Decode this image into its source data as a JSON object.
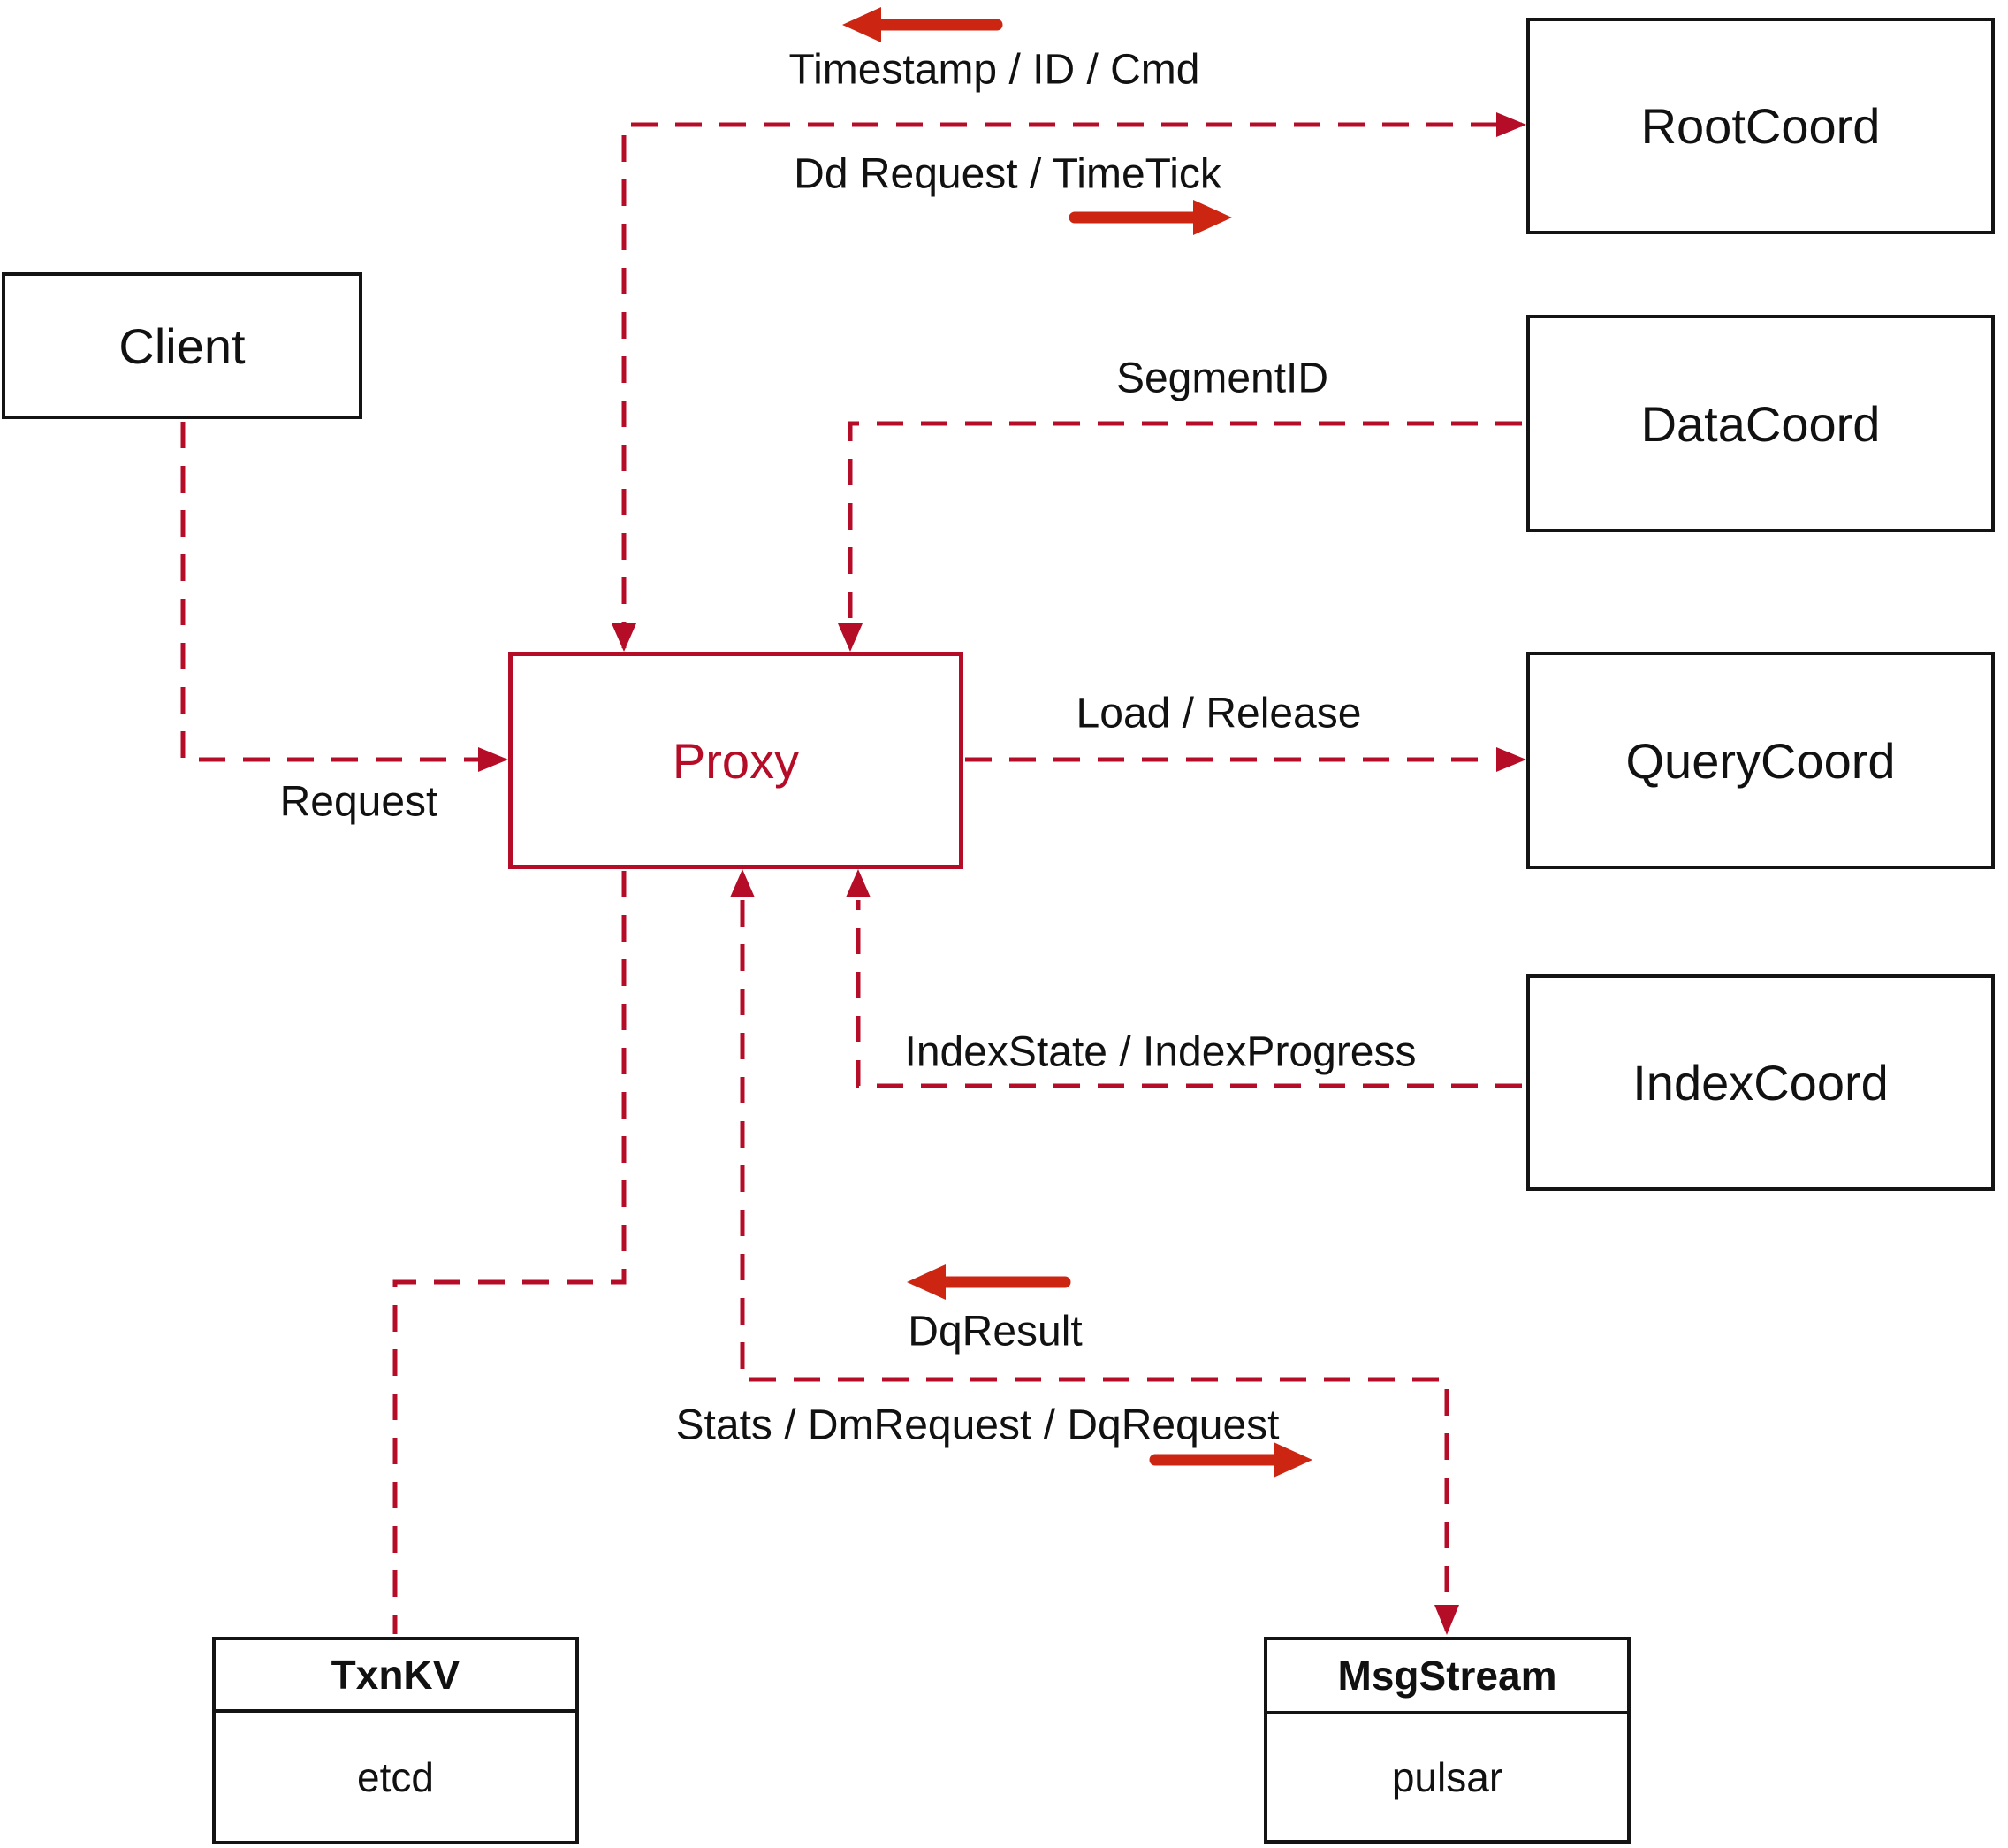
{
  "colors": {
    "dashed_line": "#b50d28",
    "annotation_arrow": "#cc2512",
    "box_border": "#141414",
    "proxy_accent": "#b50d28"
  },
  "nodes": {
    "client": {
      "label": "Client"
    },
    "proxy": {
      "label": "Proxy"
    },
    "root_coord": {
      "label": "RootCoord"
    },
    "data_coord": {
      "label": "DataCoord"
    },
    "query_coord": {
      "label": "QueryCoord"
    },
    "index_coord": {
      "label": "IndexCoord"
    },
    "txn_kv": {
      "title": "TxnKV",
      "subtitle": "etcd"
    },
    "msg_stream": {
      "title": "MsgStream",
      "subtitle": "pulsar"
    }
  },
  "edges": {
    "timestamp_id_cmd": {
      "label": "Timestamp / ID / Cmd",
      "from": "root_coord",
      "to": "proxy"
    },
    "dd_request_timetick": {
      "label": "Dd Request / TimeTick",
      "from": "proxy",
      "to": "root_coord"
    },
    "segment_id": {
      "label": "SegmentID",
      "from": "data_coord",
      "to": "proxy"
    },
    "request": {
      "label": "Request",
      "from": "client",
      "to": "proxy"
    },
    "load_release": {
      "label": "Load / Release",
      "from": "proxy",
      "to": "query_coord"
    },
    "index_state_progress": {
      "label": "IndexState / IndexProgress",
      "from": "index_coord",
      "to": "proxy"
    },
    "dq_result": {
      "label": "DqResult",
      "from": "msg_stream",
      "to": "proxy"
    },
    "stats_dm_dq": {
      "label": "Stats / DmRequest / DqRequest",
      "from": "proxy",
      "to": "msg_stream"
    },
    "txn_kv_link": {
      "label": "",
      "from": "proxy",
      "to": "txn_kv"
    }
  },
  "icons": {
    "timestamp_arrow": "arrow-left",
    "dd_request_arrow": "arrow-right",
    "dq_result_arrow": "arrow-left",
    "stats_arrow": "arrow-right"
  }
}
